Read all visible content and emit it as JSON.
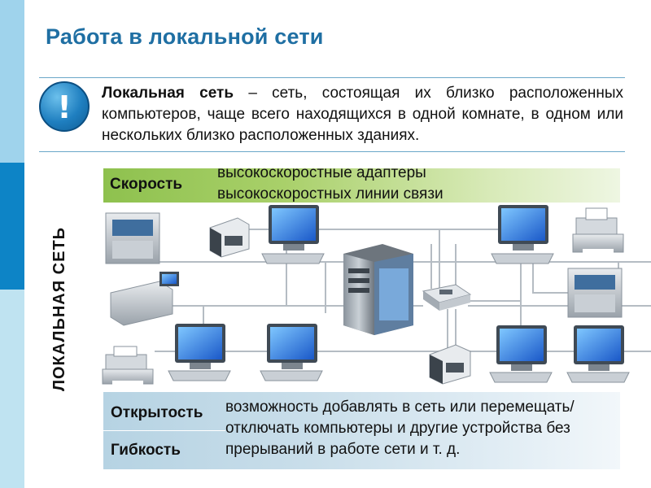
{
  "title": "Работа в локальной сети",
  "definition": {
    "term": "Локальная сеть",
    "text": " – сеть, состоящая их близко расположенных компьютеров, чаще всего находящихся в одной комнате, в одном или нескольких близко расположенных зданиях."
  },
  "exclamation": "!",
  "side_label": "ЛОКАЛЬНАЯ СЕТЬ",
  "speed": {
    "label": "Скорость",
    "text": "высокоскоростные адаптеры высокоскоростных линии связи"
  },
  "openness": {
    "label": "Открытость"
  },
  "flexibility": {
    "label": "Гибкость"
  },
  "bottom_text": "возможность добавлять в сеть или перемещать/отключать компьютеры и другие устройства без прерываний в работе сети и т. д.",
  "colors": {
    "title": "#1f6fa3",
    "accent_dark": "#0d84c6",
    "speed_bar": "#8ec14e",
    "bottom_bar": "#b6d3e3"
  }
}
